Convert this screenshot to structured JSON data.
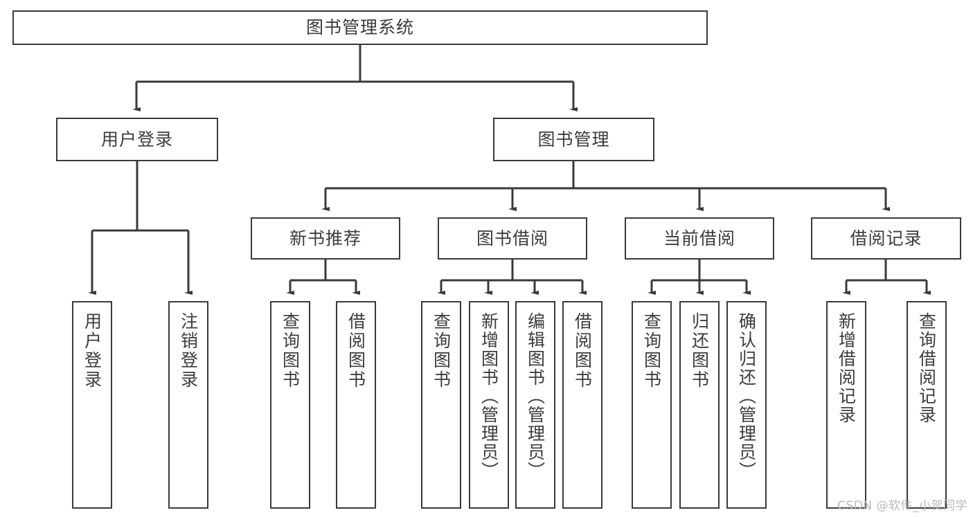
{
  "diagram": {
    "title": "图书管理系统",
    "type": "tree",
    "watermark": "CSDN @软件_小贺同学",
    "colors": {
      "stroke": "#3a3a3a",
      "text": "#3c3c3c",
      "background": "#ffffff",
      "watermark": "#b9b9b9"
    },
    "nodes": {
      "root": {
        "label": "图书管理系统",
        "level": 1,
        "orientation": "horizontal"
      },
      "user_login": {
        "label": "用户登录",
        "level": 2,
        "orientation": "horizontal"
      },
      "book_manage": {
        "label": "图书管理",
        "level": 2,
        "orientation": "horizontal"
      },
      "new_book_rec": {
        "label": "新书推荐",
        "level": 3,
        "orientation": "horizontal"
      },
      "book_borrow": {
        "label": "图书借阅",
        "level": 3,
        "orientation": "horizontal"
      },
      "current_borrow": {
        "label": "当前借阅",
        "level": 3,
        "orientation": "horizontal"
      },
      "borrow_record": {
        "label": "借阅记录",
        "level": 3,
        "orientation": "horizontal"
      },
      "leaf_user_login": {
        "label": "用户登录",
        "level": 4,
        "orientation": "vertical"
      },
      "leaf_logout": {
        "label": "注销登录",
        "level": 4,
        "orientation": "vertical"
      },
      "leaf_query_book_1": {
        "label": "查询图书",
        "level": 4,
        "orientation": "vertical"
      },
      "leaf_borrow_book_1": {
        "label": "借阅图书",
        "level": 4,
        "orientation": "vertical"
      },
      "leaf_query_book_2": {
        "label": "查询图书",
        "level": 4,
        "orientation": "vertical"
      },
      "leaf_add_book": {
        "label": "新增图书（管理员）",
        "level": 4,
        "orientation": "vertical"
      },
      "leaf_edit_book": {
        "label": "编辑图书（管理员）",
        "level": 4,
        "orientation": "vertical"
      },
      "leaf_borrow_book_2": {
        "label": "借阅图书",
        "level": 4,
        "orientation": "vertical"
      },
      "leaf_query_book_3": {
        "label": "查询图书",
        "level": 4,
        "orientation": "vertical"
      },
      "leaf_return_book": {
        "label": "归还图书",
        "level": 4,
        "orientation": "vertical"
      },
      "leaf_confirm_return": {
        "label": "确认归还（管理员）",
        "level": 4,
        "orientation": "vertical"
      },
      "leaf_add_record": {
        "label": "新增借阅记录",
        "level": 4,
        "orientation": "vertical"
      },
      "leaf_query_record": {
        "label": "查询借阅记录",
        "level": 4,
        "orientation": "vertical"
      }
    },
    "edges": [
      {
        "from": "root",
        "to": "user_login"
      },
      {
        "from": "root",
        "to": "book_manage"
      },
      {
        "from": "user_login",
        "to": "leaf_user_login"
      },
      {
        "from": "user_login",
        "to": "leaf_logout"
      },
      {
        "from": "book_manage",
        "to": "new_book_rec"
      },
      {
        "from": "book_manage",
        "to": "book_borrow"
      },
      {
        "from": "book_manage",
        "to": "current_borrow"
      },
      {
        "from": "book_manage",
        "to": "borrow_record"
      },
      {
        "from": "new_book_rec",
        "to": "leaf_query_book_1"
      },
      {
        "from": "new_book_rec",
        "to": "leaf_borrow_book_1"
      },
      {
        "from": "book_borrow",
        "to": "leaf_query_book_2"
      },
      {
        "from": "book_borrow",
        "to": "leaf_add_book"
      },
      {
        "from": "book_borrow",
        "to": "leaf_edit_book"
      },
      {
        "from": "book_borrow",
        "to": "leaf_borrow_book_2"
      },
      {
        "from": "current_borrow",
        "to": "leaf_query_book_3"
      },
      {
        "from": "current_borrow",
        "to": "leaf_return_book"
      },
      {
        "from": "current_borrow",
        "to": "leaf_confirm_return"
      },
      {
        "from": "borrow_record",
        "to": "leaf_add_record"
      },
      {
        "from": "borrow_record",
        "to": "leaf_query_record"
      }
    ]
  }
}
